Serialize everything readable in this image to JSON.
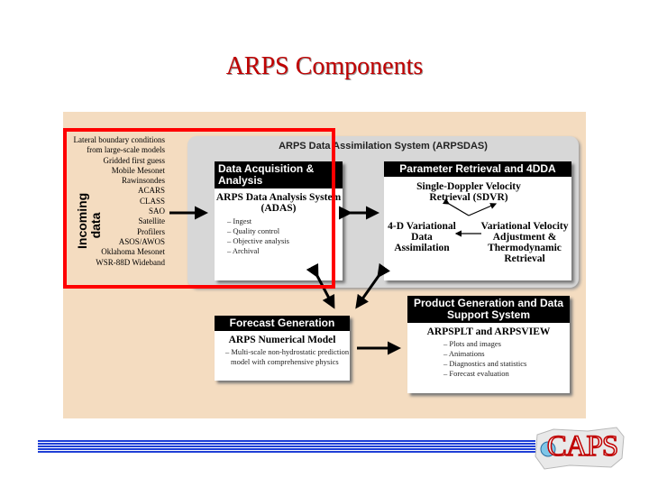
{
  "slide": {
    "title": "ARPS Components"
  },
  "incoming": {
    "label_line1": "Incoming",
    "label_line2": "data",
    "items": [
      "Lateral boundary conditions",
      "from large-scale models",
      "Gridded first guess",
      "Mobile Mesonet",
      "Rawinsondes",
      "ACARS",
      "CLASS",
      "SAO",
      "Satellite",
      "Profilers",
      "ASOS/AWOS",
      "Oklahoma Mesonet",
      "WSR-88D Wideband"
    ]
  },
  "arpsdas": {
    "title": "ARPS Data Assimilation System (ARPSDAS)"
  },
  "adas": {
    "header": "Data Acquisition & Analysis",
    "subtitle": "ARPS Data Analysis System (ADAS)",
    "bullets": [
      "– Ingest",
      "– Quality control",
      "– Objective analysis",
      "– Archival"
    ]
  },
  "retrieval": {
    "header": "Parameter Retrieval and 4DDA",
    "sdvr": "Single-Doppler Velocity Retrieval (SDVR)",
    "fourd": "4-D Variational Data Assimilation",
    "variational": "Variational Velocity Adjustment & Thermodynamic Retrieval"
  },
  "forecast": {
    "header": "Forecast Generation",
    "subtitle": "ARPS Numerical Model",
    "bullets": [
      "– Multi-scale non-hydrostatic prediction",
      "model with comprehensive physics"
    ]
  },
  "product": {
    "header": "Product Generation and Data Support System",
    "subtitle": "ARPSPLT and ARPSVIEW",
    "bullets": [
      "– Plots and images",
      "– Animations",
      "– Diagnostics and statistics",
      "– Forecast evaluation"
    ]
  },
  "logo": {
    "text": "CAPS"
  },
  "colors": {
    "title": "#c00000",
    "background": "#f4dcc0",
    "highlight": "#ff0000",
    "rule": "#1f3fd6"
  }
}
